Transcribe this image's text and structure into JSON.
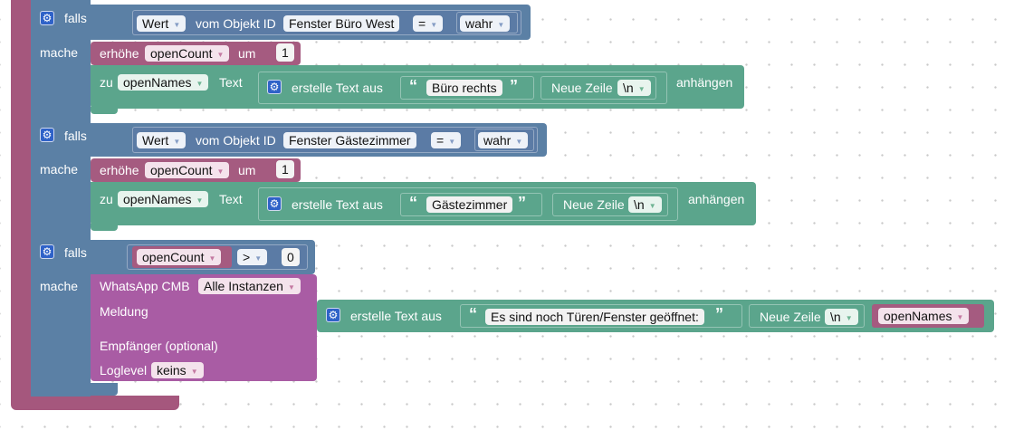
{
  "colors": {
    "control": "#5b80a5",
    "math": "#a5577d",
    "var": "#a55b80",
    "text": "#5ba58c",
    "whatsapp": "#a95ca4",
    "logic": "#5b7ba5"
  },
  "labels": {
    "if": "falls",
    "do": "mache",
    "increase": "erhöhe",
    "by": "um",
    "to": "zu",
    "text": "Text",
    "append": "anhängen",
    "create_text": "erstelle Text aus",
    "new_line": "Neue Zeile",
    "value": "Wert",
    "of_object": "vom Objekt ID"
  },
  "blocks": [
    {
      "object_id": "Fenster Büro West",
      "op": "=",
      "value": "wahr",
      "var": "openCount",
      "by": "1",
      "target": "openNames",
      "text": "Büro rechts",
      "nl": "\\n"
    },
    {
      "object_id": "Fenster Gästezimmer",
      "op": "=",
      "value": "wahr",
      "var": "openCount",
      "by": "1",
      "target": "openNames",
      "text": "Gästezimmer",
      "nl": "\\n"
    }
  ],
  "third": {
    "cond_var": "openCount",
    "cond_op": ">",
    "cond_val": "0",
    "whatsapp_label": "WhatsApp CMB",
    "instance": "Alle Instanzen",
    "message_label": "Meldung",
    "recipient_label": "Empfänger (optional)",
    "loglevel_label": "Loglevel",
    "loglevel": "keins",
    "text": "Es sind noch Türen/Fenster geöffnet:",
    "nl": "\\n",
    "var": "openNames"
  }
}
